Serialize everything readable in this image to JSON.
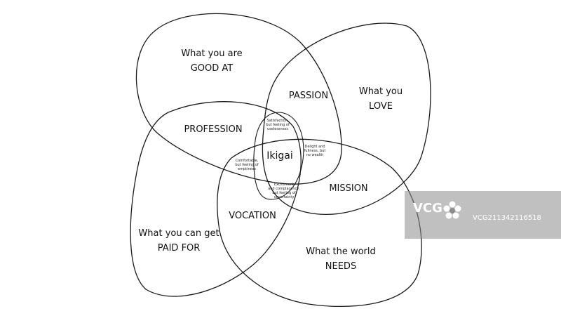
{
  "diagram": {
    "outer_regions": {
      "good_at": [
        "What you are",
        "GOOD AT"
      ],
      "love": [
        "What you",
        "LOVE"
      ],
      "paid_for": [
        "What you can get",
        "PAID FOR"
      ],
      "world_needs": [
        "What the world",
        "NEEDS"
      ]
    },
    "overlaps": {
      "passion": "PASSION",
      "profession": "PROFESSION",
      "mission": "MISSION",
      "vocation": "VOCATION"
    },
    "center": "Ikigai",
    "notes": {
      "top": [
        "Satisfaction,",
        "but feeling of",
        "uselessness"
      ],
      "right": [
        "Delight and",
        "fullness, but",
        "no wealth"
      ],
      "left": [
        "Comfortable,",
        "but feeling of",
        "emptiness"
      ],
      "bottom": [
        "Excitement",
        "and complacency,",
        "but feeling of",
        "uncertainty"
      ]
    }
  },
  "watermark": {
    "logo": "VCG",
    "id": "VCG211342116518"
  },
  "colors": {
    "line": "#1a1a1a",
    "text": "#111111",
    "background": "#ffffff",
    "watermark": "#8c8c8c"
  }
}
